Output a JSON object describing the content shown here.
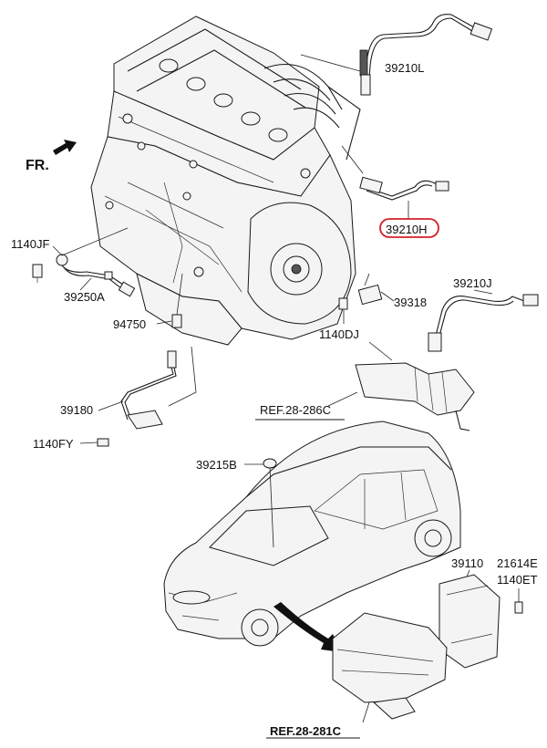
{
  "labels": {
    "fr": "FR.",
    "p39210L": "39210L",
    "p39210H": "39210H",
    "p39210J": "39210J",
    "p1140JF": "1140JF",
    "p39250A": "39250A",
    "p94750": "94750",
    "p39318": "39318",
    "p1140DJ": "1140DJ",
    "p39180": "39180",
    "ref286": "REF.28-286C",
    "p1140FY": "1140FY",
    "p39215B": "39215B",
    "p39110": "39110",
    "p21614E": "21614E",
    "p1140ET": "1140ET",
    "ref281": "REF.28-281C"
  },
  "colors": {
    "highlight": "#d4202a",
    "line": "#1a1a1a"
  }
}
